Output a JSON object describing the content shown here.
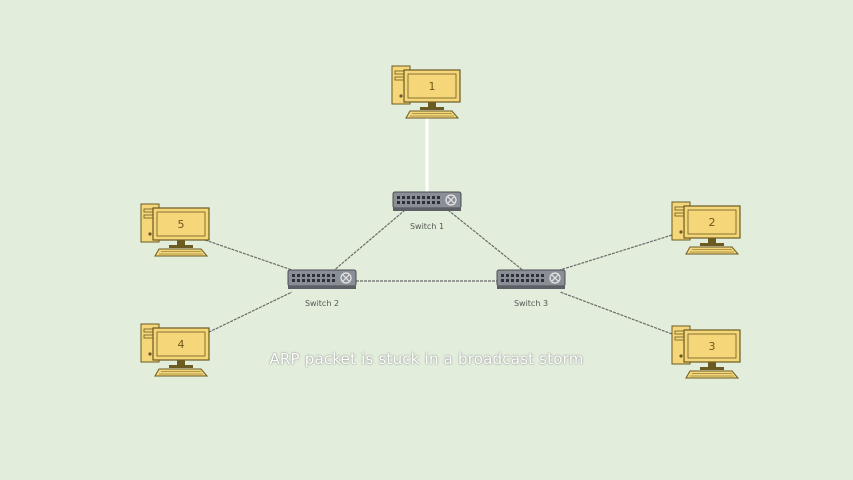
{
  "diagram": {
    "caption": "ARP packet is stuck in a broadcast storm",
    "switches": [
      {
        "id": "sw1",
        "label": "Switch 1"
      },
      {
        "id": "sw2",
        "label": "Switch 2"
      },
      {
        "id": "sw3",
        "label": "Switch 3"
      }
    ],
    "computers": [
      {
        "id": "pc1",
        "label": "1"
      },
      {
        "id": "pc2",
        "label": "2"
      },
      {
        "id": "pc3",
        "label": "3"
      },
      {
        "id": "pc4",
        "label": "4"
      },
      {
        "id": "pc5",
        "label": "5"
      }
    ],
    "colors": {
      "background": "#e2eedb",
      "computer_body": "#f5d77a",
      "computer_outline": "#6b5a22",
      "switch_body": "#8a8e96",
      "link_active": "#ffffff",
      "link": "#6a6a6a"
    }
  }
}
